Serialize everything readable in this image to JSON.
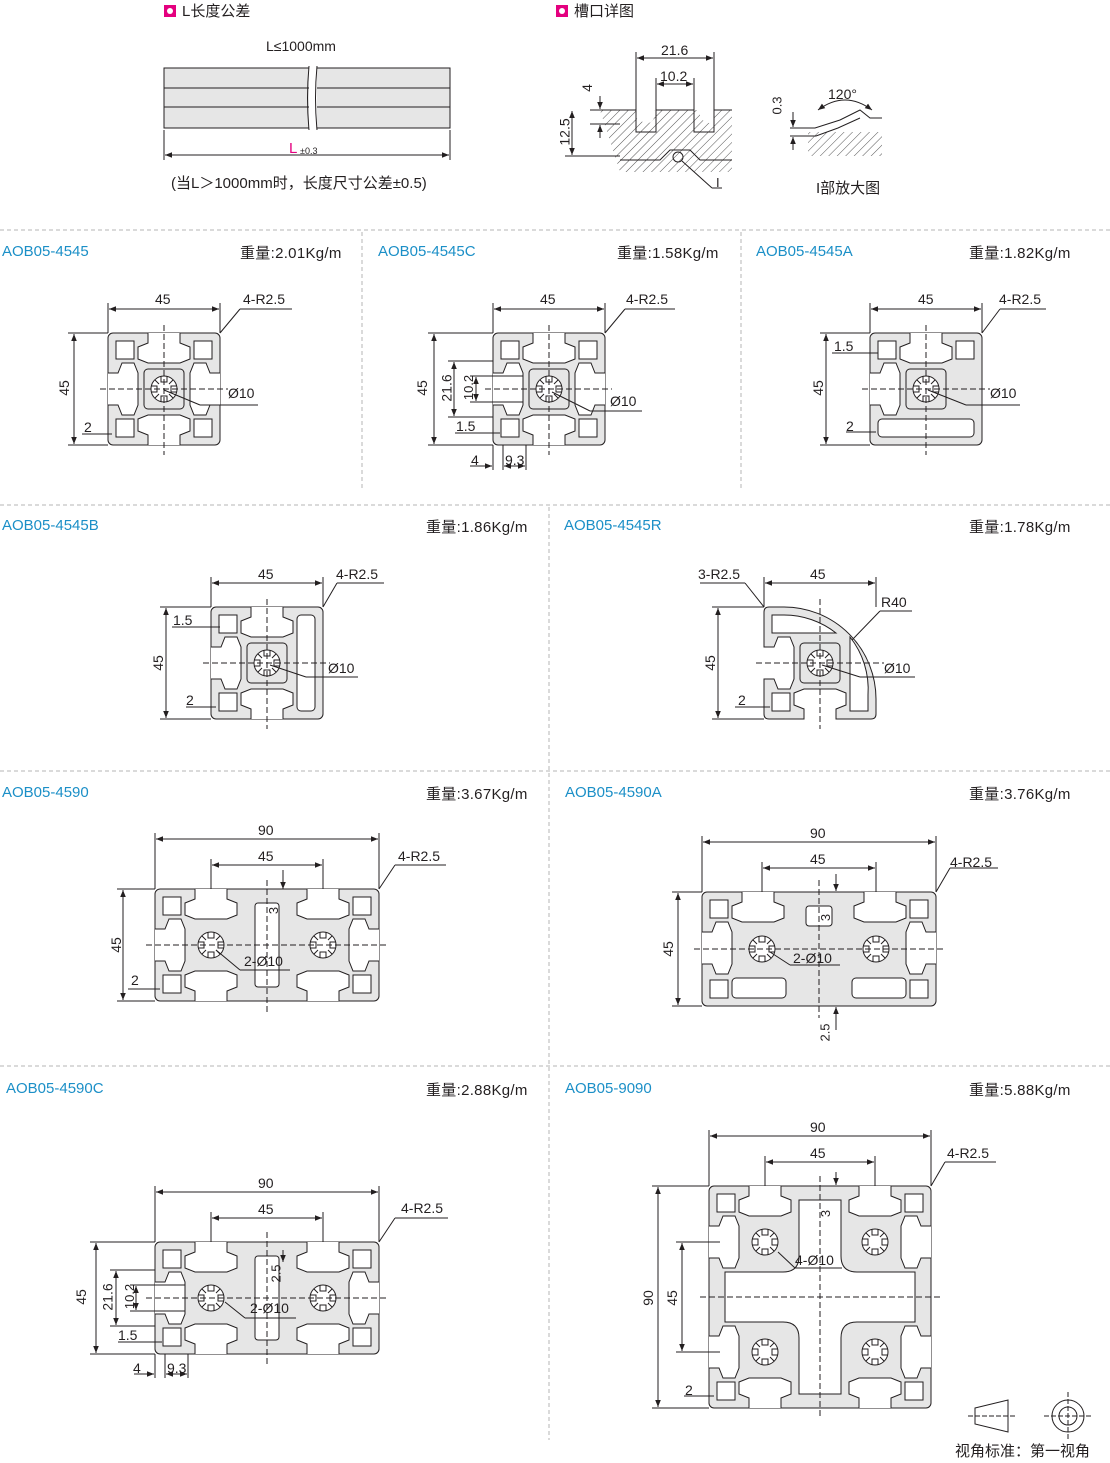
{
  "tolerance_section": {
    "heading": "L长度公差",
    "length_label": "L≤1000mm",
    "L_symbol": "L",
    "L_tolerance": "±0.3",
    "note": "(当L＞1000mm时，长度尺寸公差±0.5)"
  },
  "slot_section": {
    "heading": "槽口详图",
    "dims": {
      "width_outer": "21.6",
      "width_inner": "10.2",
      "depth_top": "4",
      "depth": "12.5",
      "marker": "I"
    },
    "detail": {
      "angle": "120°",
      "small": "0.3",
      "caption": "I部放大图"
    }
  },
  "profiles": [
    {
      "id": "p1",
      "title": "AOB05-4545",
      "weight": "重量:2.01Kg/m",
      "dims": {
        "w": "45",
        "h": "45",
        "r": "4-R2.5",
        "d": "Ø10",
        "s": "2"
      }
    },
    {
      "id": "p2",
      "title": "AOB05-4545C",
      "weight": "重量:1.58Kg/m",
      "dims": {
        "w": "45",
        "h": "45",
        "r": "4-R2.5",
        "d": "Ø10",
        "a": "21.6",
        "b": "10.2",
        "c": "1.5",
        "e": "4",
        "f": "9.3"
      }
    },
    {
      "id": "p3",
      "title": "AOB05-4545A",
      "weight": "重量:1.82Kg/m",
      "dims": {
        "w": "45",
        "h": "45",
        "r": "4-R2.5",
        "d": "Ø10",
        "c": "1.5",
        "s": "2"
      }
    },
    {
      "id": "p4",
      "title": "AOB05-4545B",
      "weight": "重量:1.86Kg/m",
      "dims": {
        "w": "45",
        "h": "45",
        "r": "4-R2.5",
        "d": "Ø10",
        "c": "1.5",
        "s": "2"
      }
    },
    {
      "id": "p5",
      "title": "AOB05-4545R",
      "weight": "重量:1.78Kg/m",
      "dims": {
        "w": "45",
        "h": "45",
        "r": "3-R2.5",
        "R": "R40",
        "d": "Ø10",
        "s": "2"
      }
    },
    {
      "id": "p6",
      "title": "AOB05-4590",
      "weight": "重量:3.67Kg/m",
      "dims": {
        "w": "90",
        "w2": "45",
        "h": "45",
        "r": "4-R2.5",
        "d": "2-Ø10",
        "t": "3",
        "s": "2"
      }
    },
    {
      "id": "p7",
      "title": "AOB05-4590A",
      "weight": "重量:3.76Kg/m",
      "dims": {
        "w": "90",
        "w2": "45",
        "h": "45",
        "r": "4-R2.5",
        "d": "2-Ø10",
        "t": "3",
        "u": "2.5"
      }
    },
    {
      "id": "p8",
      "title": "AOB05-4590C",
      "weight": "重量:2.88Kg/m",
      "dims": {
        "w": "90",
        "w2": "45",
        "h": "45",
        "r": "4-R2.5",
        "d": "2-Ø10",
        "a": "21.6",
        "b": "10.2",
        "c": "1.5",
        "e": "4",
        "f": "9.3",
        "u": "2.5"
      }
    },
    {
      "id": "p9",
      "title": "AOB05-9090",
      "weight": "重量:5.88Kg/m",
      "dims": {
        "w": "90",
        "w2": "45",
        "h": "90",
        "h2": "45",
        "r": "4-R2.5",
        "d": "4-Ø10",
        "t": "3",
        "s": "2"
      }
    }
  ],
  "view_standard": "视角标准：第一视角",
  "colors": {
    "title_blue": "#1b8fc7",
    "accent_pink": "#e4007f",
    "profile_fill": "#e6e6e6",
    "line": "#231f20"
  }
}
